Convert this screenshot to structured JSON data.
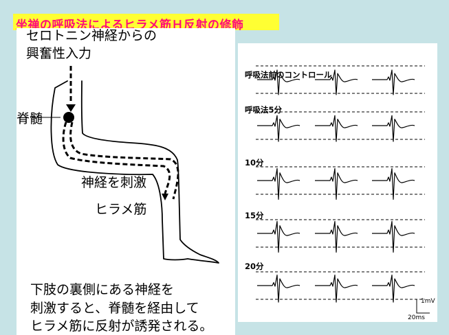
{
  "slide": {
    "title": "坐禅の呼吸法によるヒラメ筋Ｈ反射の修飾",
    "colors": {
      "background": "#c6e3e6",
      "title_bar": "#ffff33",
      "title_text": "#ff0a7a"
    }
  },
  "diagram": {
    "top_label_line1": "セロトニン神経からの",
    "top_label_line2": "興奮性入力",
    "spinal_label": "脊髄",
    "nerve_label": "神経を刺激",
    "muscle_label": "ヒラメ筋",
    "caption_line1": "下肢の裏側にある神経を",
    "caption_line2": "刺激すると、脊髄を経由して",
    "caption_line3": "ヒラメ筋に反射が誘発される。"
  },
  "traces": {
    "labels": [
      "呼吸法前のコントロール",
      "呼吸法5分",
      "10分",
      "15分",
      "20分"
    ],
    "scale_voltage": "1mV",
    "scale_time": "20ms"
  }
}
